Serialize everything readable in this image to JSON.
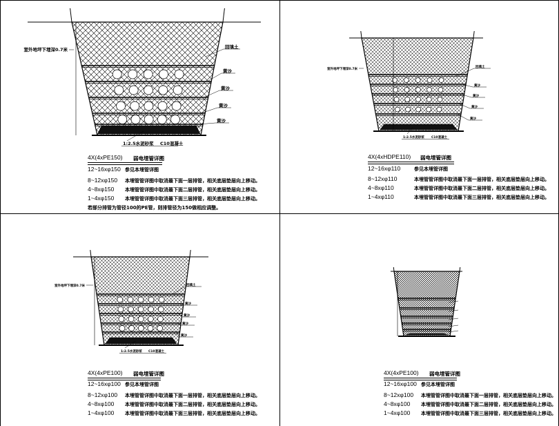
{
  "panels": [
    {
      "id": "p1",
      "labels": {
        "depth_note": "室外地坪下埋深0.7米",
        "backfill": "回填土",
        "sand": [
          "黄沙",
          "黄沙",
          "黄沙",
          "黄沙"
        ],
        "mortar": "1:2.5水泥砂浆",
        "concrete": "C10混凝土"
      },
      "title_id": "4X(4xPE150)",
      "title_name": "弱电埋管详图",
      "spec_head": {
        "spec": "12~16xφ150",
        "desc": "参见本埋管详图"
      },
      "rows": [
        {
          "spec": "8~12xφ150",
          "desc": "本埋管管详图中取消最下面一层排管，相关底层垫层向上移动。"
        },
        {
          "spec": "4~8xφ150",
          "desc": "本埋管管详图中取消最下面二层排管，相关底层垫层向上移动。"
        },
        {
          "spec": "1~4xφ150",
          "desc": "本埋管管详图中取消最下面三层排管，相关底层垫层向上移动。"
        }
      ],
      "footnote": "若部分排管为管径100的PE管，则排管径为150做相应调整。"
    },
    {
      "id": "p2",
      "labels": {
        "depth_note": "室外地坪下埋深0.7米",
        "backfill": "回填土",
        "sand": [
          "黄沙",
          "黄沙",
          "黄沙",
          "黄沙"
        ],
        "mortar": "1:2.5水泥砂浆",
        "concrete": "C10混凝土"
      },
      "title_id": "4X(4xHDPE110)",
      "title_name": "弱电埋管详图",
      "spec_head": {
        "spec": "12~16xφ110",
        "desc": "参见本埋管详图"
      },
      "rows": [
        {
          "spec": "8~12xφ110",
          "desc": "本埋管管详图中取消最下面一层排管，相关底层垫层向上移动。"
        },
        {
          "spec": "4~8xφ110",
          "desc": "本埋管管详图中取消最下面二层排管，相关底层垫层向上移动。"
        },
        {
          "spec": "1~4xφ110",
          "desc": "本埋管管详图中取消最下面三层排管，相关底层垫层向上移动。"
        }
      ]
    },
    {
      "id": "p3",
      "labels": {
        "depth_note": "室外地坪下埋深0.7米",
        "backfill": "回填土",
        "sand": [
          "黄沙",
          "黄沙",
          "黄沙",
          "黄沙"
        ],
        "mortar": "1:2.5水泥砂浆",
        "concrete": "C10混凝土"
      },
      "title_id": "4X(4xPE100)",
      "title_name": "弱电埋管详图",
      "spec_head": {
        "spec": "12~16xφ100",
        "desc": "参见本埋管详图"
      },
      "rows": [
        {
          "spec": "8~12xφ100",
          "desc": "本埋管管详图中取消最下面一层排管，相关底层垫层向上移动。"
        },
        {
          "spec": "4~8xφ100",
          "desc": "本埋管管详图中取消最下面二层排管，相关底层垫层向上移动。"
        },
        {
          "spec": "1~4xφ100",
          "desc": "本埋管管详图中取消最下面三层排管，相关底层垫层向上移动。"
        }
      ]
    },
    {
      "id": "p4",
      "title_id": "4X(4xPE100)",
      "title_name": "弱电埋管详图",
      "spec_head": {
        "spec": "12~16xφ100",
        "desc": "参见本埋管详图"
      },
      "rows": [
        {
          "spec": "8~12xφ100",
          "desc": "本埋管管详图中取消最下面一层排管，相关底层垫层向上移动。"
        },
        {
          "spec": "4~8xφ100",
          "desc": "本埋管管详图中取消最下面二层排管，相关底层垫层向上移动。"
        },
        {
          "spec": "1~4xφ100",
          "desc": "本埋管管详图中取消最下面三层排管，相关底层垫层向上移动。"
        }
      ]
    }
  ],
  "colors": {
    "ink": "#000000",
    "paper": "#ffffff"
  }
}
